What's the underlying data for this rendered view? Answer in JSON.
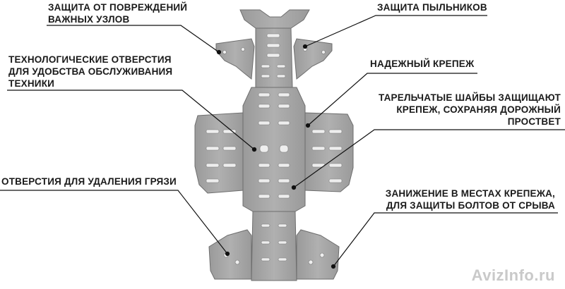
{
  "callouts": {
    "damage_protection": [
      "ЗАЩИТА ОТ ПОВРЕЖДЕНИЙ",
      "ВАЖНЫХ УЗЛОВ"
    ],
    "boot_protection": [
      "ЗАЩИТА ПЫЛЬНИКОВ"
    ],
    "service_holes": [
      "ТЕХНОЛОГИЧЕСКИЕ ОТВЕРСТИЯ",
      "ДЛЯ УДОБСТВА ОБСЛУЖИВАНИЯ",
      "ТЕХНИКИ"
    ],
    "reliable_mount": [
      "НАДЕЖНЫЙ КРЕПЕЖ"
    ],
    "cup_washers": [
      "ТАРЕЛЬЧАТЫЕ ШАЙБЫ ЗАЩИЩАЮТ",
      "КРЕПЕЖ, СОХРАНЯЯ ДОРОЖНЫЙ",
      "ПРОСТВЕТ"
    ],
    "dirt_holes": [
      "ОТВЕРСТИЯ ДЛЯ УДАЛЕНИЯ ГРЯЗИ"
    ],
    "recessed_mounts": [
      "ЗАНИЖЕНИЕ В МЕСТАХ КРЕПЕЖА,",
      "ДЛЯ ЗАЩИТЫ БОЛТОВ ОТ СРЫВА"
    ]
  },
  "watermark": "AvizInfo.ru",
  "colors": {
    "plate": "#a4a4a4",
    "plate_dark": "#8a8a8a",
    "plate_light": "#c4c4c4",
    "hole": "#f2f2f2",
    "line": "#111111"
  }
}
